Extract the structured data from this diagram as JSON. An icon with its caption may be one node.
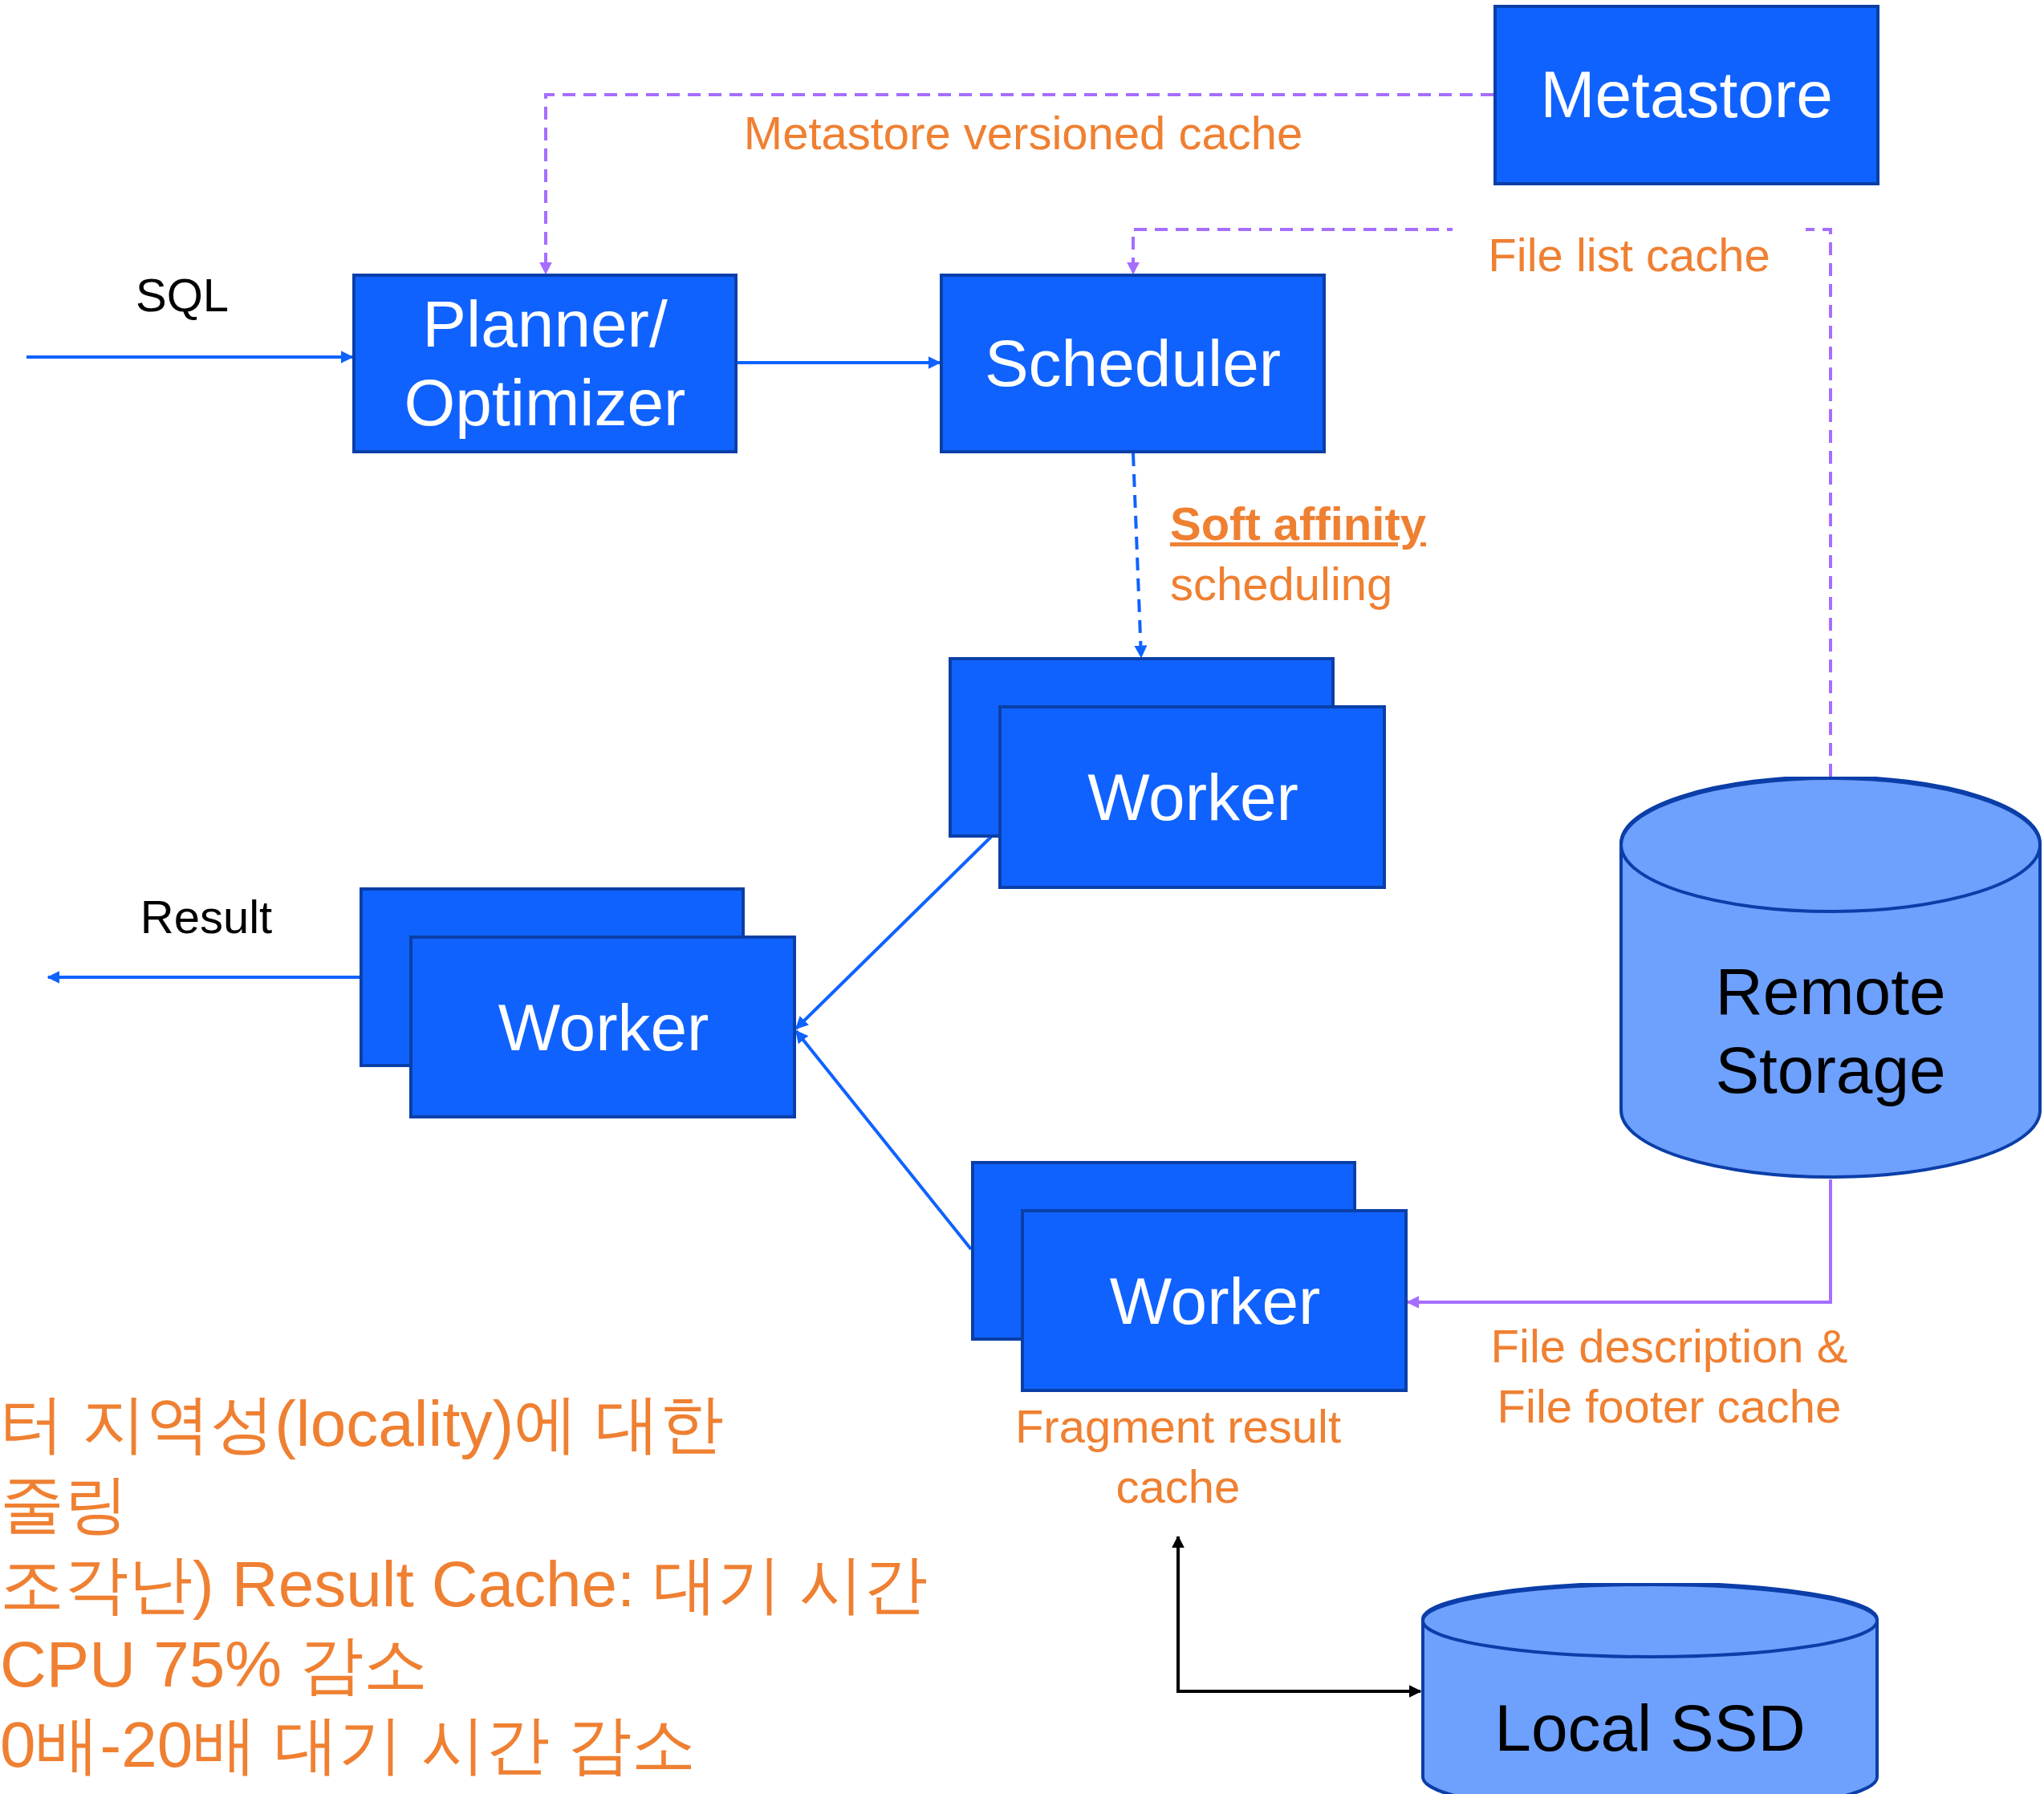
{
  "diagram": {
    "nodes": [
      {
        "text": [
          "Metastore"
        ]
      },
      {
        "text": [
          "Planner/ Optimizer"
        ]
      },
      {
        "text": [
          "Scheduler"
        ]
      },
      {
        "text": [
          "Worker"
        ]
      },
      {
        "text": [
          "Worker"
        ]
      },
      {
        "text": [
          "Worker"
        ]
      },
      {
        "text": [
          "Remote Storage"
        ]
      },
      {
        "text": [
          "Fragment result cache"
        ]
      },
      {
        "text": [
          "Local SSD"
        ]
      }
    ],
    "edges": [
      {
        "from": null,
        "to": 1,
        "arrow": "to",
        "label": "SQL"
      },
      {
        "from": 1,
        "to": 2,
        "arrow": "to"
      },
      {
        "from": 0,
        "to": 1,
        "arrow": "to",
        "style": "dashed",
        "color": "#a56eff",
        "label": "Metastore versioned cache"
      },
      {
        "from": 6,
        "to": 2,
        "arrow": "to",
        "style": "dashed",
        "color": "#a56eff",
        "label": "File list cache"
      },
      {
        "from": 2,
        "to": 3,
        "arrow": "to",
        "style": "dashed",
        "label": "**Soft affinity** scheduling"
      },
      {
        "from": 3,
        "to": 4,
        "arrow": "to"
      },
      {
        "from": 5,
        "to": 4,
        "arrow": "to"
      },
      {
        "from": 4,
        "to": null,
        "arrow": "to",
        "label": "Result"
      },
      {
        "from": 6,
        "to": 5,
        "arrow": "to",
        "color": "#a56eff",
        "label": "File description & File footer cache"
      },
      {
        "from": 8,
        "to": 7,
        "arrow": "both",
        "color": "#000000"
      }
    ],
    "labels": [
      "터 지역성(locality)에 대한",
      "줄링",
      "조각난) Result Cache: 대기 시간",
      "CPU 75% 감소",
      "0배-20배 대기 시간 감소"
    ]
  }
}
